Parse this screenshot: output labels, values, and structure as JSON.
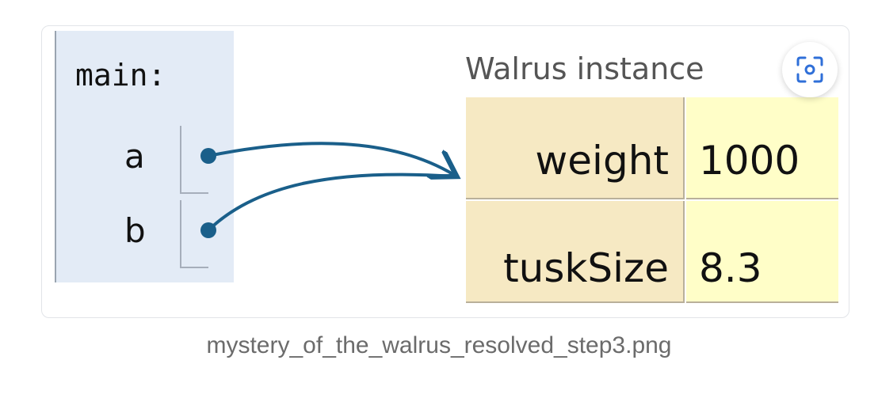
{
  "frame": {
    "title": "main:",
    "variables": [
      {
        "name": "a",
        "points_to": "Walrus instance"
      },
      {
        "name": "b",
        "points_to": "Walrus instance"
      }
    ]
  },
  "object": {
    "title": "Walrus instance",
    "fields": [
      {
        "key": "weight",
        "value": "1000"
      },
      {
        "key": "tuskSize",
        "value": "8.3"
      }
    ]
  },
  "zoom_button": {
    "icon": "zoom-scan-icon"
  },
  "caption": "mystery_of_the_walrus_resolved_step3.png",
  "colors": {
    "frame_bg": "#e3ebf6",
    "arrow": "#1a5f8a",
    "key_cell": "#f6e9c3",
    "value_cell": "#fffec8",
    "accent": "#2f6fd8"
  }
}
